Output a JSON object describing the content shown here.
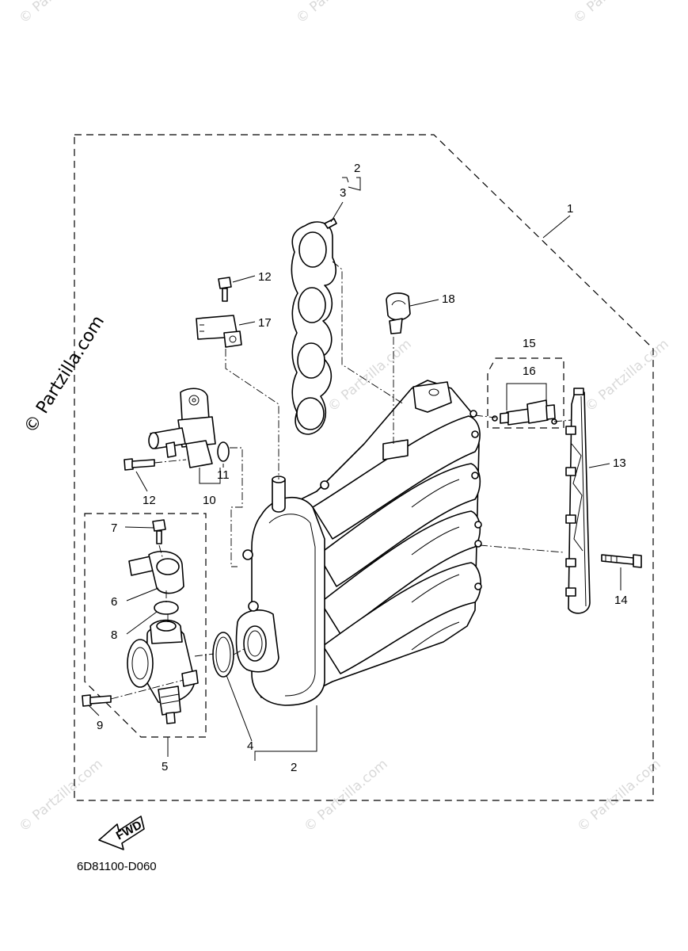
{
  "diagram": {
    "drawing_code": "6D81100-D060",
    "fwd_label": "FWD",
    "callouts": [
      {
        "id": "c1",
        "label": "1"
      },
      {
        "id": "c2a",
        "label": "2"
      },
      {
        "id": "c3",
        "label": "3"
      },
      {
        "id": "c2b",
        "label": "2"
      },
      {
        "id": "c4",
        "label": "4"
      },
      {
        "id": "c5",
        "label": "5"
      },
      {
        "id": "c6",
        "label": "6"
      },
      {
        "id": "c7",
        "label": "7"
      },
      {
        "id": "c8",
        "label": "8"
      },
      {
        "id": "c9",
        "label": "9"
      },
      {
        "id": "c10",
        "label": "10"
      },
      {
        "id": "c11",
        "label": "11"
      },
      {
        "id": "c12a",
        "label": "12"
      },
      {
        "id": "c12b",
        "label": "12"
      },
      {
        "id": "c13",
        "label": "13"
      },
      {
        "id": "c14",
        "label": "14"
      },
      {
        "id": "c15",
        "label": "15"
      },
      {
        "id": "c16",
        "label": "16"
      },
      {
        "id": "c17",
        "label": "17"
      },
      {
        "id": "c18",
        "label": "18"
      }
    ]
  },
  "watermarks": {
    "side": "© Partzilla.com",
    "tile": "© Partzilla.com"
  }
}
